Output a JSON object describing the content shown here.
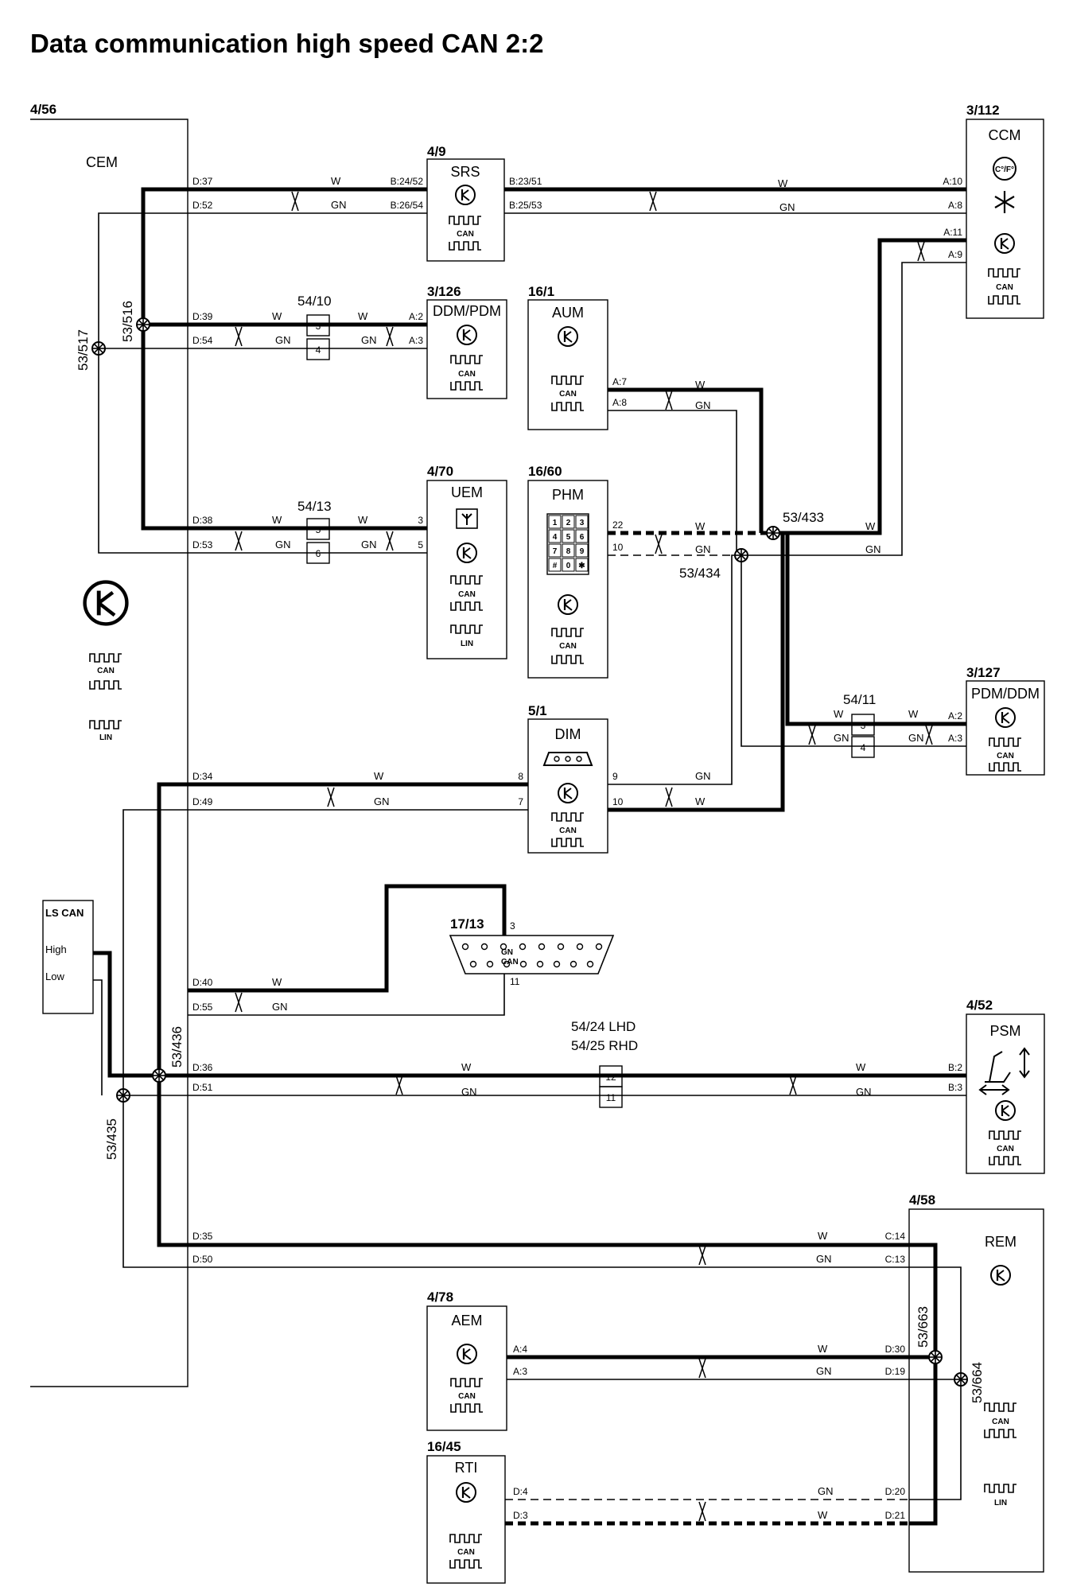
{
  "title": "Data communication high speed CAN 2:2",
  "modules": {
    "cem": {
      "id": "4/56",
      "name": "CEM"
    },
    "srs": {
      "id": "4/9",
      "name": "SRS"
    },
    "ccm": {
      "id": "3/112",
      "name": "CCM"
    },
    "ddm_pdm": {
      "id": "3/126",
      "name": "DDM/PDM"
    },
    "aum": {
      "id": "16/1",
      "name": "AUM"
    },
    "uem": {
      "id": "4/70",
      "name": "UEM"
    },
    "phm": {
      "id": "16/60",
      "name": "PHM"
    },
    "pdm_ddm": {
      "id": "3/127",
      "name": "PDM/DDM"
    },
    "dim": {
      "id": "5/1",
      "name": "DIM"
    },
    "dlc": {
      "id": "17/13"
    },
    "psm": {
      "id": "4/52",
      "name": "PSM"
    },
    "rem": {
      "id": "4/58",
      "name": "REM"
    },
    "aem": {
      "id": "4/78",
      "name": "AEM"
    },
    "rti": {
      "id": "16/45",
      "name": "RTI"
    },
    "lscan": {
      "name": "LS CAN",
      "high": "High",
      "low": "Low"
    }
  },
  "connectors": {
    "c5410": {
      "id": "54/10",
      "pins": [
        "3",
        "4"
      ]
    },
    "c5413": {
      "id": "54/13",
      "pins": [
        "5",
        "6"
      ]
    },
    "c5411": {
      "id": "54/11",
      "pins": [
        "3",
        "4"
      ]
    },
    "c5424": {
      "id_lhd": "54/24 LHD",
      "id_rhd": "54/25 RHD",
      "pins": [
        "12",
        "11"
      ]
    }
  },
  "splices": {
    "s516": "53/516",
    "s517": "53/517",
    "s433": "53/433",
    "s434": "53/434",
    "s436": "53/436",
    "s435": "53/435",
    "s663": "53/663",
    "s664": "53/664"
  },
  "pins": {
    "cem": [
      "D:37",
      "D:52",
      "D:39",
      "D:54",
      "D:38",
      "D:53",
      "D:34",
      "D:49",
      "D:40",
      "D:55",
      "D:36",
      "D:51",
      "D:35",
      "D:50"
    ],
    "srs_l": [
      "B:24/52",
      "B:26/54"
    ],
    "srs_r": [
      "B:23/51",
      "B:25/53"
    ],
    "ccm": [
      "A:10",
      "A:8",
      "A:11",
      "A:9"
    ],
    "ddm": [
      "A:2",
      "A:3"
    ],
    "aum": [
      "A:7",
      "A:8"
    ],
    "uem": [
      "3",
      "5"
    ],
    "phm": [
      "22",
      "10"
    ],
    "pdm": [
      "A:2",
      "A:3"
    ],
    "dim_l": [
      "8",
      "7"
    ],
    "dim_r": [
      "9",
      "10"
    ],
    "dlc": [
      "3",
      "11"
    ],
    "psm": [
      "B:2",
      "B:3"
    ],
    "rem": [
      "C:14",
      "C:13",
      "D:30",
      "D:19",
      "D:20",
      "D:21"
    ],
    "aem": [
      "A:4",
      "A:3"
    ],
    "rti": [
      "D:4",
      "D:3"
    ]
  },
  "wire_colors": {
    "w": "W",
    "gn": "GN"
  },
  "symbol_labels": {
    "can": "CAN",
    "lin": "LIN",
    "gn": "GN",
    "temp": "C°/F°"
  },
  "phm_keys": [
    "1",
    "2",
    "3",
    "4",
    "5",
    "6",
    "7",
    "8",
    "9",
    "#",
    "0",
    "✱"
  ]
}
